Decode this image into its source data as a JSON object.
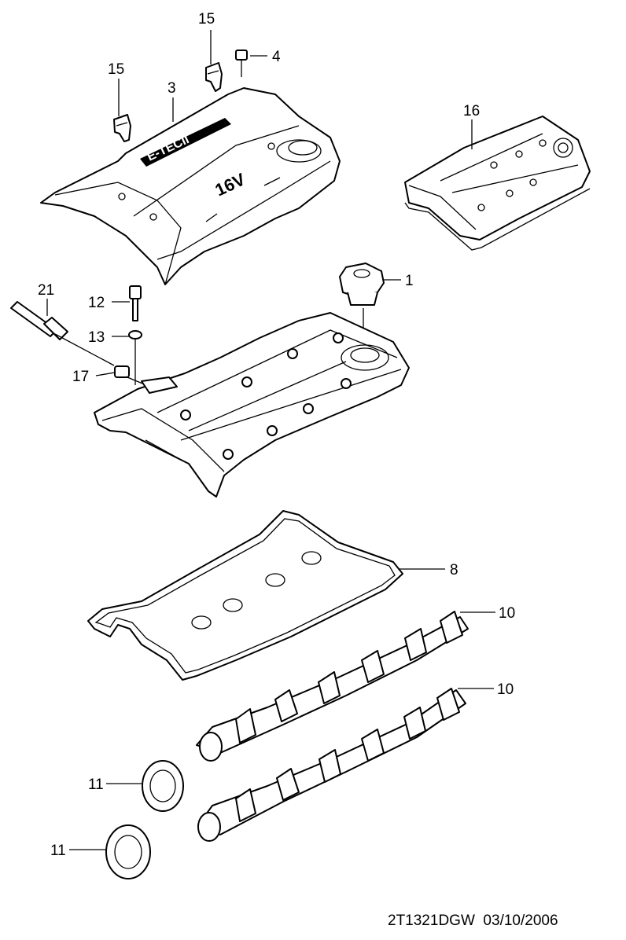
{
  "diagram": {
    "callouts": [
      {
        "id": "c15a",
        "text": "15"
      },
      {
        "id": "c4",
        "text": "4"
      },
      {
        "id": "c15b",
        "text": "15"
      },
      {
        "id": "c3",
        "text": "3"
      },
      {
        "id": "c16",
        "text": "16"
      },
      {
        "id": "c1",
        "text": "1"
      },
      {
        "id": "c21",
        "text": "21"
      },
      {
        "id": "c12",
        "text": "12"
      },
      {
        "id": "c13",
        "text": "13"
      },
      {
        "id": "c17",
        "text": "17"
      },
      {
        "id": "c8",
        "text": "8"
      },
      {
        "id": "c10a",
        "text": "10"
      },
      {
        "id": "c10b",
        "text": "10"
      },
      {
        "id": "c11a",
        "text": "11"
      },
      {
        "id": "c11b",
        "text": "11"
      }
    ],
    "cover_badges": {
      "logo": "E-TECII",
      "engine": "16V"
    },
    "footer": "2T1321DGW  03/10/2006"
  }
}
